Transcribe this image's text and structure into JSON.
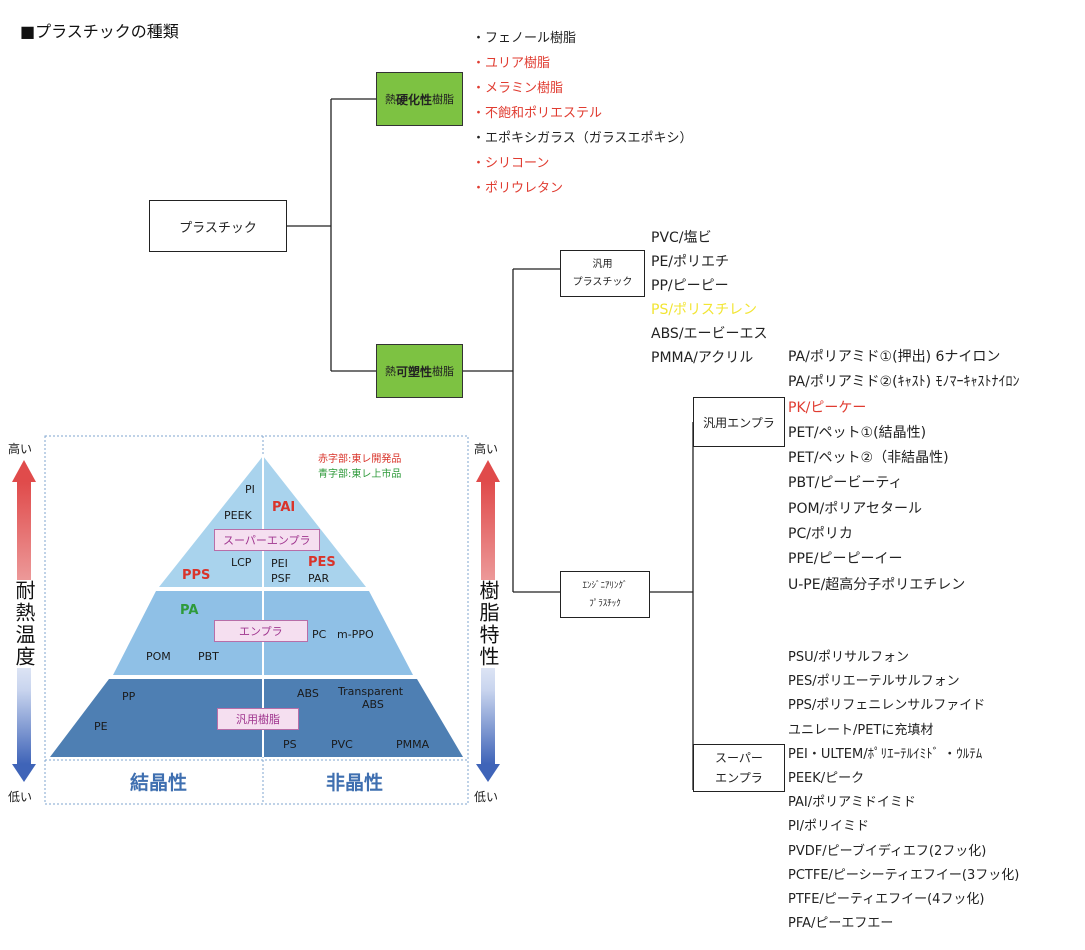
{
  "title": "■プラスチックの種類",
  "root": "プラスチック",
  "thermoset": {
    "label_pre": "熱",
    "label_bold": "硬化性",
    "label_post": "樹脂",
    "items": [
      {
        "text": "・フェノール樹脂",
        "color": "#222222"
      },
      {
        "text": "・ユリア樹脂",
        "color": "#e03c31"
      },
      {
        "text": "・メラミン樹脂",
        "color": "#e03c31"
      },
      {
        "text": "・不飽和ポリエステル",
        "color": "#e03c31"
      },
      {
        "text": "・エポキシガラス（ガラスエポキシ）",
        "color": "#222222"
      },
      {
        "text": "・シリコーン",
        "color": "#e03c31"
      },
      {
        "text": "・ポリウレタン",
        "color": "#e03c31"
      }
    ]
  },
  "thermoplastic": {
    "label_pre": "熱",
    "label_bold": "可塑性",
    "label_post": "樹脂"
  },
  "general": {
    "label_line1": "汎用",
    "label_line2": "プラスチック",
    "items": [
      {
        "text": "PVC/塩ビ",
        "color": "#222222"
      },
      {
        "text": "PE/ポリエチ",
        "color": "#222222"
      },
      {
        "text": "PP/ピーピー",
        "color": "#222222"
      },
      {
        "text": "PS/ポリスチレン",
        "color": "#f2e533"
      },
      {
        "text": "ABS/エービーエス",
        "color": "#222222"
      },
      {
        "text": "PMMA/アクリル",
        "color": "#222222"
      }
    ]
  },
  "engineering": {
    "label_line1": "ｴﾝｼﾞﾆｱﾘﾝｸﾞ",
    "label_line2": "ﾌﾟﾗｽﾁｯｸ"
  },
  "general_eng": {
    "label": "汎用エンプラ",
    "items": [
      {
        "text": "PA/ポリアミド①(押出) 6ナイロン",
        "color": "#222222"
      },
      {
        "text": "PA/ポリアミド②(ｷｬｽﾄ) ﾓﾉﾏｰｷｬｽﾄﾅｲﾛﾝ",
        "color": "#222222"
      },
      {
        "text": "PK/ピーケー",
        "color": "#e03c31"
      },
      {
        "text": "PET/ペット①(結晶性)",
        "color": "#222222"
      },
      {
        "text": "PET/ペット②（非結晶性)",
        "color": "#222222"
      },
      {
        "text": "PBT/ピービーティ",
        "color": "#222222"
      },
      {
        "text": "POM/ポリアセタール",
        "color": "#222222"
      },
      {
        "text": "PC/ポリカ",
        "color": "#222222"
      },
      {
        "text": "PPE/ピーピーイー",
        "color": "#222222"
      },
      {
        "text": "U-PE/超高分子ポリエチレン",
        "color": "#222222"
      }
    ]
  },
  "super_eng": {
    "label_line1": "スーパー",
    "label_line2": "エンプラ",
    "items": [
      {
        "text": "PSU/ポリサルフォン",
        "color": "#222222"
      },
      {
        "text": "PES/ポリエーテルサルフォン",
        "color": "#222222"
      },
      {
        "text": "PPS/ポリフェニレンサルファイド",
        "color": "#222222"
      },
      {
        "text": "ユニレート/PETに充填材",
        "color": "#222222"
      },
      {
        "text": "PEI・ULTEM/ﾎﾟﾘｴｰﾃﾙｲﾐﾄﾞ ・ｳﾙﾃﾑ",
        "color": "#222222"
      },
      {
        "text": "PEEK/ピーク",
        "color": "#222222"
      },
      {
        "text": "PAI/ポリアミドイミド",
        "color": "#222222"
      },
      {
        "text": "PI/ポリイミド",
        "color": "#222222"
      },
      {
        "text": "PVDF/ピーブイディエフ(2フッ化)",
        "color": "#222222"
      },
      {
        "text": "PCTFE/ピーシーティエフイー(3フッ化)",
        "color": "#222222"
      },
      {
        "text": "PTFE/ピーティエフイー(4フッ化)",
        "color": "#222222"
      },
      {
        "text": "PFA/ピーエフエー",
        "color": "#222222"
      }
    ]
  },
  "pyramid": {
    "legend_red": "赤字部:東レ開発品",
    "legend_green": "青字部:東レ上市品",
    "left_axis": "耐熱温度",
    "right_axis": "樹脂特性",
    "high": "高い",
    "low": "低い",
    "tier_super": "スーパーエンプラ",
    "tier_eng": "エンプラ",
    "tier_general": "汎用樹脂",
    "crystalline": "結晶性",
    "amorphous": "非晶性",
    "labels": {
      "pi": "PI",
      "pai": "PAI",
      "peek": "PEEK",
      "lcp": "LCP",
      "pei": "PEI",
      "psf": "PSF",
      "pes": "PES",
      "par": "PAR",
      "pps": "PPS",
      "pa": "PA",
      "pc": "PC",
      "mppo": "m-PPO",
      "pom": "POM",
      "pbt": "PBT",
      "pp": "PP",
      "pe": "PE",
      "abs": "ABS",
      "transparent": "Transparent",
      "tabs": "ABS",
      "ps": "PS",
      "pvc": "PVC",
      "pmma": "PMMA"
    },
    "colors": {
      "top": "#a9d3ed",
      "mid": "#8fc0e6",
      "bottom": "#4e7fb3",
      "red_label": "#d9342b",
      "green_label": "#2e9a3a",
      "foot_text": "#3f6fb0"
    }
  }
}
